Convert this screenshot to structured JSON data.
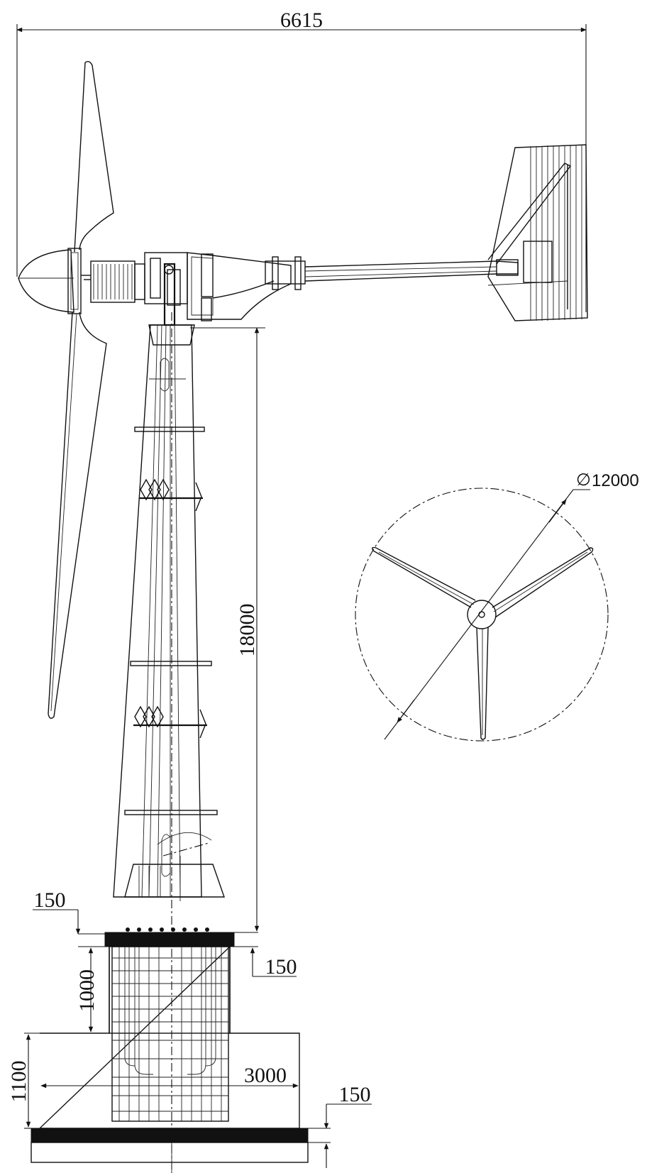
{
  "dimensions": {
    "overall_width": "6615",
    "tower_height": "18000",
    "rotor_diameter_symbol": "∅",
    "rotor_diameter": "12000",
    "flange_top": "150",
    "flange_bottom": "150",
    "pedestal_height": "1000",
    "footing_height": "1100",
    "footing_width": "3000",
    "base_slab": "150"
  },
  "colors": {
    "line": "#111111",
    "background": "#ffffff"
  }
}
